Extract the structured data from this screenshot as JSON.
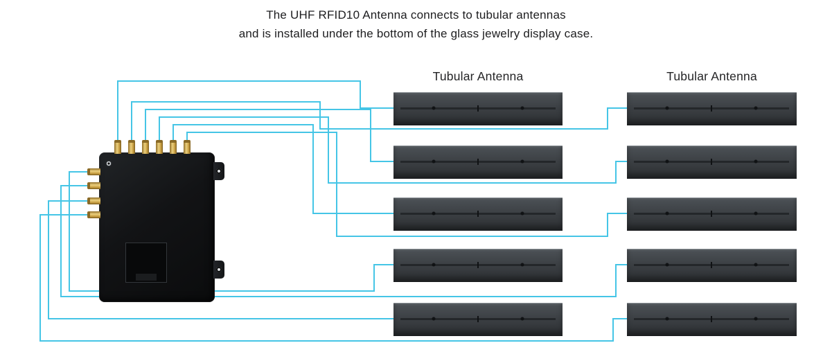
{
  "caption": {
    "line1": "The UHF RFID10 Antenna connects to tubular antennas",
    "line2": "and is installed under the bottom of the glass jewelry display case."
  },
  "columns": {
    "left": {
      "label": "Tubular Antenna"
    },
    "right": {
      "label": "Tubular Antenna"
    }
  },
  "colors": {
    "wire": "#45c5e6"
  },
  "diagram": {
    "left_antenna_count": 5,
    "right_antenna_count": 5,
    "top_port_count": 6,
    "side_port_count": 4,
    "connection_count": 10
  }
}
